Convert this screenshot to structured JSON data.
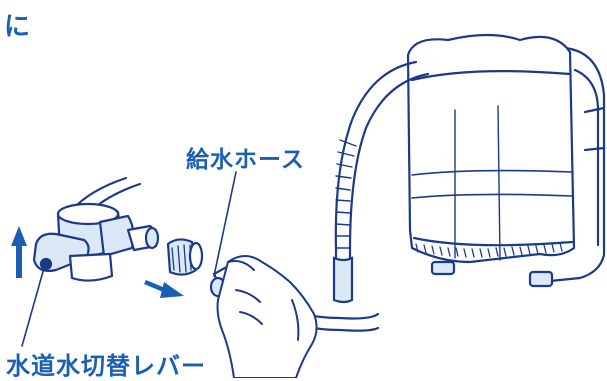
{
  "labels": {
    "top_fragment": "に",
    "supply_hose": "給水ホース",
    "tap_lever": "水道水切替レバー"
  },
  "colors": {
    "label_blue": "#1a5fb4",
    "line": "#1b3a8a",
    "fill_light": "#dbe9f6",
    "arrow_blue": "#1a5fb4"
  },
  "icons": {
    "up_arrow": "up-arrow-icon",
    "right_arrow": "right-arrow-icon"
  }
}
